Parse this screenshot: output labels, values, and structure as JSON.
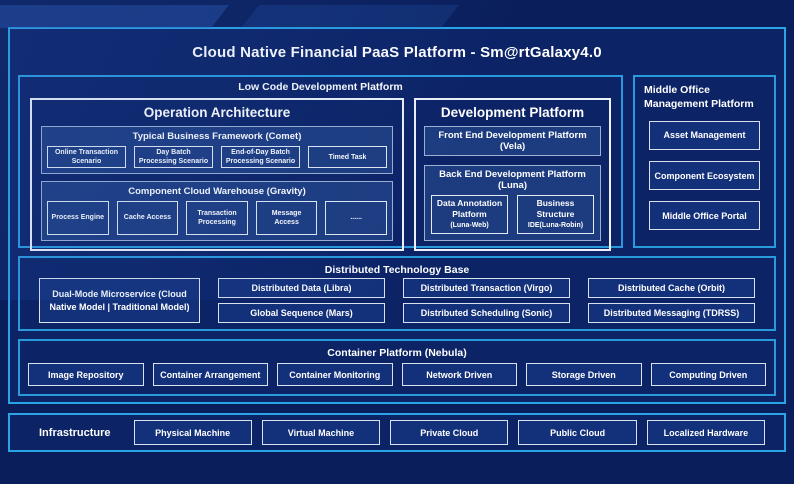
{
  "title": "Cloud Native Financial PaaS Platform - Sm@rtGalaxy4.0",
  "colors": {
    "accent_border": "#2aa4e4",
    "panel_bg": "#0c2366",
    "sub_panel_bg": "#1d3c80",
    "node_bg": "#13307a",
    "text": "#ffffff"
  },
  "low_code": {
    "label": "Low Code Development Platform",
    "operation": {
      "title": "Operation Architecture",
      "typical": {
        "title": "Typical Business Framework (Comet)",
        "items": [
          "Online Transaction Scenario",
          "Day Batch Processing Scenario",
          "End-of-Day Batch Processing Scenario",
          "Timed Task"
        ]
      },
      "warehouse": {
        "title": "Component Cloud Warehouse (Gravity)",
        "items": [
          "Process Engine",
          "Cache Access",
          "Transaction Processing",
          "Message Access",
          "......"
        ]
      }
    },
    "development": {
      "title": "Development Platform",
      "front_end": "Front End Development Platform (Vela)",
      "back_end": {
        "title": "Back End Development Platform (Luna)",
        "items": [
          {
            "title": "Data Annotation Platform",
            "subtitle": "(Luna-Web)"
          },
          {
            "title": "Business Structure",
            "subtitle": "IDE(Luna-Robin)"
          }
        ]
      }
    }
  },
  "middle_office": {
    "label": "Middle Office Management Platform",
    "items": [
      "Asset Management",
      "Component Ecosystem",
      "Middle Office Portal"
    ]
  },
  "distributed": {
    "label": "Distributed Technology Base",
    "dual_mode": "Dual-Mode Microservice (Cloud Native Model | Traditional Model)",
    "columns": [
      [
        "Distributed Data (Libra)",
        "Global Sequence (Mars)"
      ],
      [
        "Distributed Transaction (Virgo)",
        "Distributed Scheduling (Sonic)"
      ],
      [
        "Distributed Cache (Orbit)",
        "Distributed Messaging (TDRSS)"
      ]
    ]
  },
  "container_platform": {
    "label": "Container Platform (Nebula)",
    "items": [
      "Image Repository",
      "Container Arrangement",
      "Container Monitoring",
      "Network Driven",
      "Storage Driven",
      "Computing Driven"
    ]
  },
  "infrastructure": {
    "label": "Infrastructure",
    "items": [
      "Physical Machine",
      "Virtual Machine",
      "Private Cloud",
      "Public Cloud",
      "Localized Hardware"
    ]
  }
}
